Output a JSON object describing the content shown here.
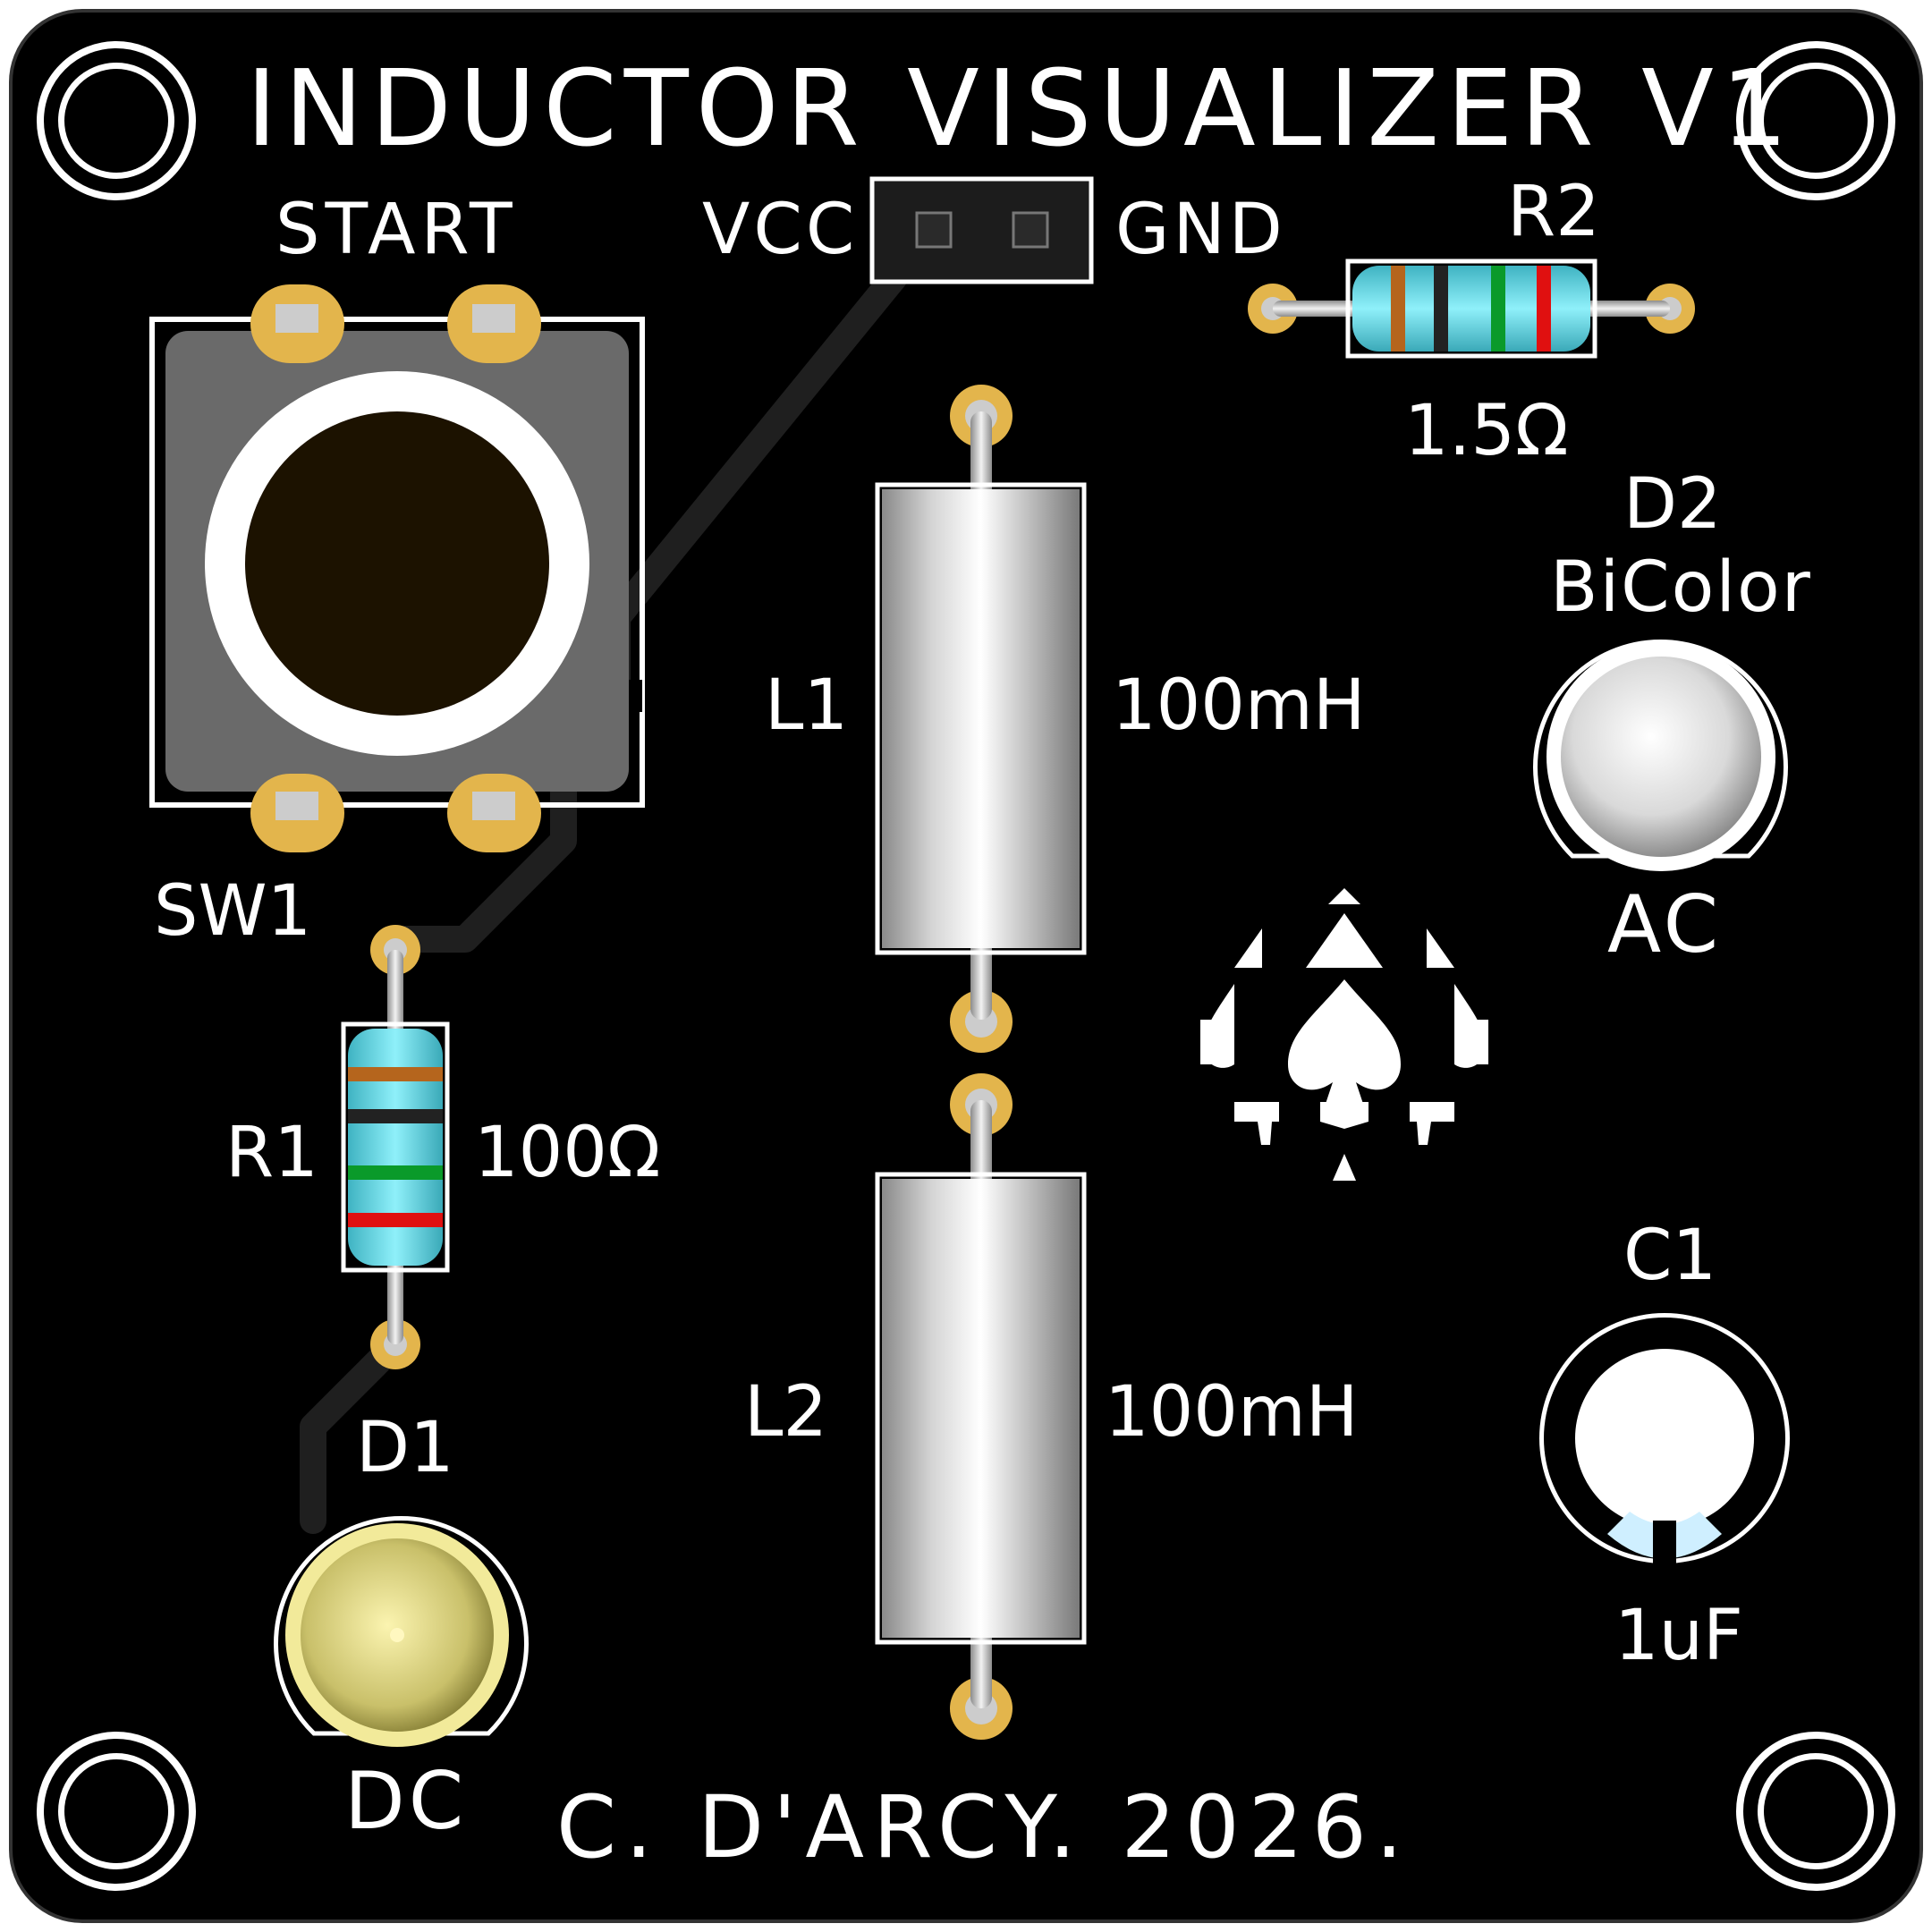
{
  "board": {
    "title": "INDUCTOR  VISUALIZER  V1",
    "credit": "C. D'ARCY. 2026.",
    "colors": {
      "pcb": "#000000",
      "silkscreen": "#ffffff",
      "pad": "#e3b54c",
      "resistor_body": "#5fdbe8",
      "led_d1": "#f2ea9a",
      "led_d2": "#ffffff"
    }
  },
  "power": {
    "vcc_label": "VCC",
    "gnd_label": "GND"
  },
  "switch": {
    "ref": "SW1",
    "label": "START"
  },
  "r1": {
    "ref": "R1",
    "value": "100Ω",
    "bands": [
      "#b5651d",
      "#222222",
      "#0a9a2a",
      "#e01010"
    ]
  },
  "r2": {
    "ref": "R2",
    "value": "1.5Ω",
    "bands": [
      "#b5651d",
      "#222222",
      "#0a9a2a",
      "#e01010"
    ]
  },
  "l1": {
    "ref": "L1",
    "value": "100mH"
  },
  "l2": {
    "ref": "L2",
    "value": "100mH"
  },
  "d1": {
    "ref": "D1",
    "label": "DC"
  },
  "d2": {
    "ref": "D2",
    "type": "BiColor",
    "label": "AC"
  },
  "c1": {
    "ref": "C1",
    "value": "1uF"
  },
  "logo": {
    "icon": "spade-icon"
  }
}
